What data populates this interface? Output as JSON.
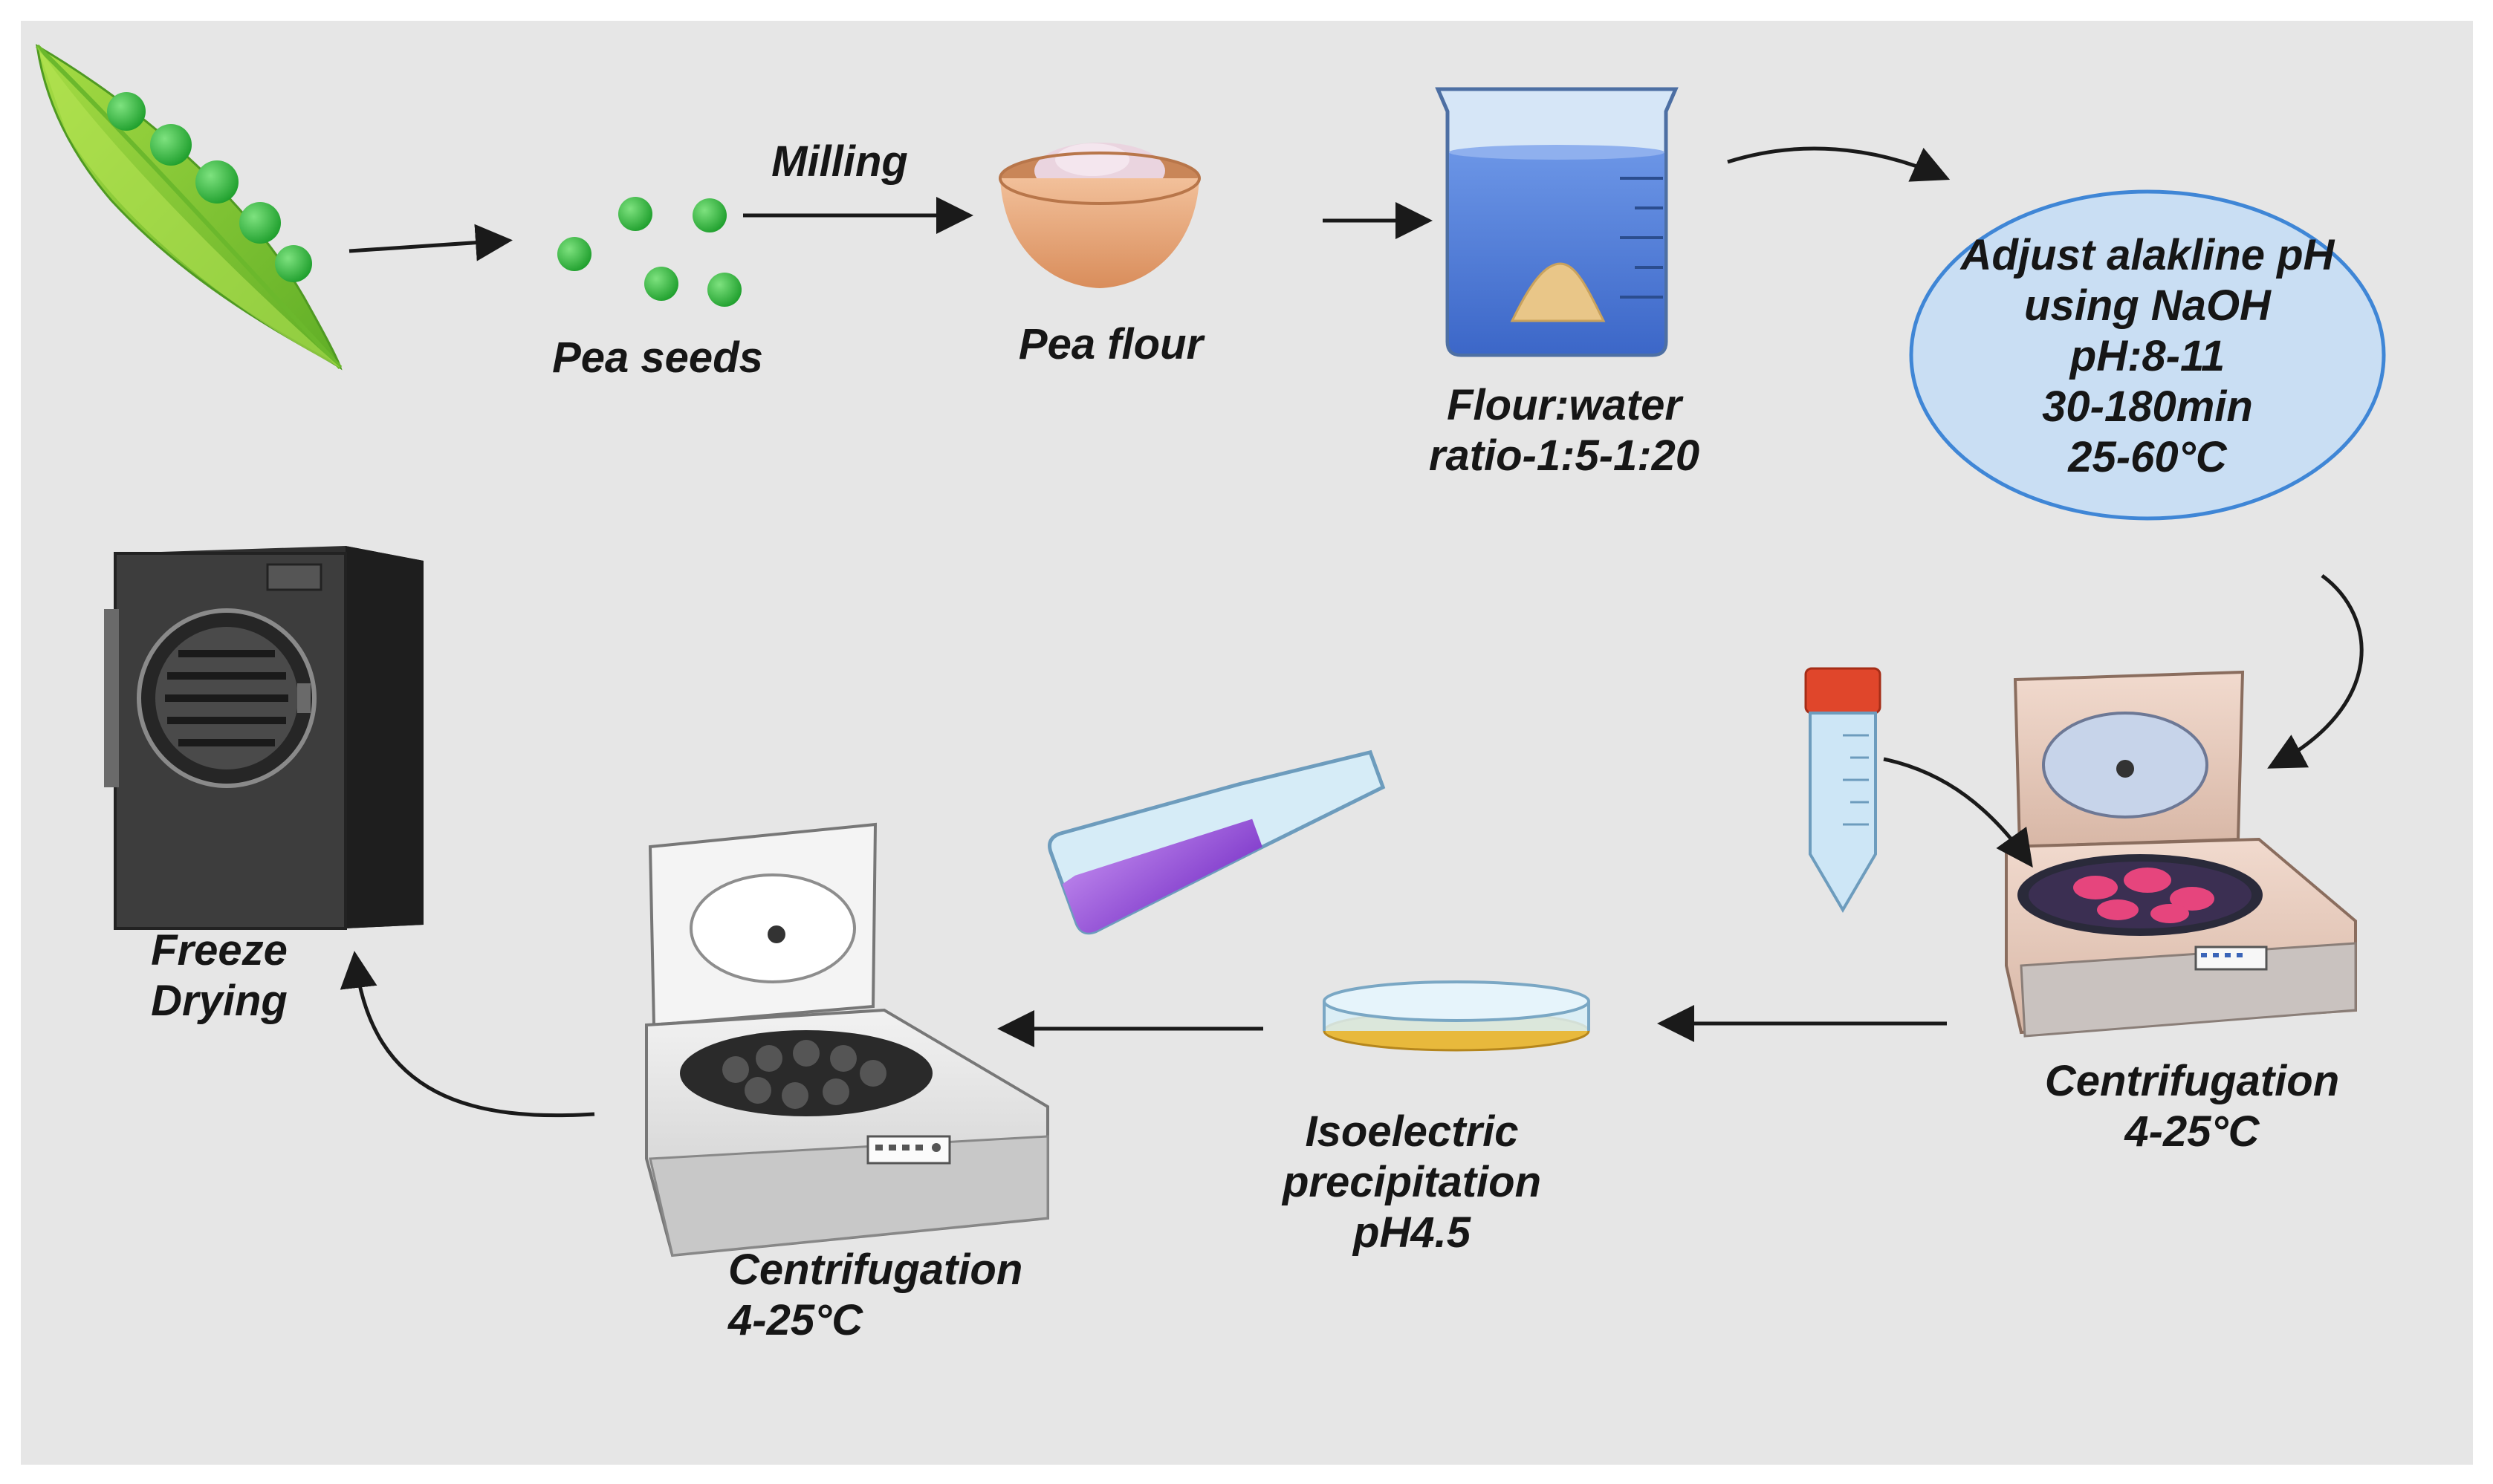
{
  "figure": {
    "steps": {
      "pea_seeds": "Pea seeds",
      "milling": "Milling",
      "pea_flour": "Pea flour",
      "flour_water_line1": "Flour:water",
      "flour_water_line2": "ratio-1:5-1:20",
      "alkaline": [
        "Adjust  alakline pH",
        "using NaOH",
        "pH:8-11",
        "30-180min",
        "25-60°C"
      ],
      "centrifugation_right_line1": "Centrifugation",
      "centrifugation_right_line2": "4-25°C",
      "isoelectric": [
        "Isoelectric",
        "precipitation",
        "pH4.5"
      ],
      "centrifugation_left_line1": "Centrifugation",
      "centrifugation_left_line2": "4-25°C",
      "freeze_line1": "Freeze",
      "freeze_line2": "Drying"
    },
    "colors": {
      "background": "#e6e6e6",
      "pea_green": "#2fbf3c",
      "pod_green": "#8dd13a",
      "beaker_liquid": "#4f7fd9",
      "ellipse_fill": "#c9def3",
      "ellipse_stroke": "#3f86d6",
      "flask_liquid": "#9a55d8",
      "tube_cap": "#e0462b",
      "centrifuge_pink": "#e9cdbf",
      "freeze_dryer": "#3a3a3a",
      "arrow": "#1a1a1a"
    }
  }
}
